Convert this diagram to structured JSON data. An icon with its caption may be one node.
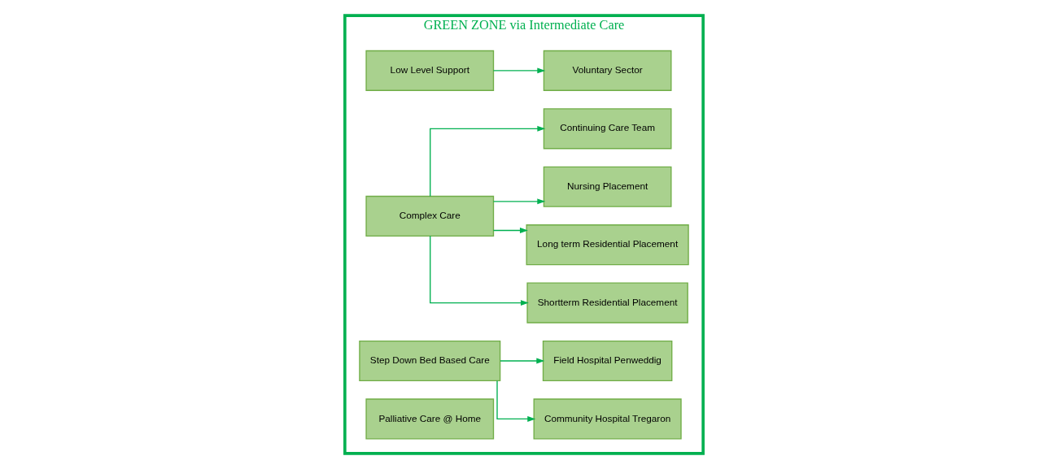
{
  "diagram": {
    "nodes": [
      {
        "text": [
          "GREEN ZONE via Intermediate Care"
        ]
      },
      {
        "text": [
          "Low Level Support"
        ],
        "in": 0
      },
      {
        "text": [
          "Voluntary Sector"
        ],
        "in": 0
      },
      {
        "text": [
          "Complex Care"
        ],
        "in": 0
      },
      {
        "text": [
          "Shortterm Residential Placement"
        ],
        "in": 0
      },
      {
        "text": [
          "Long term Residential Placement"
        ],
        "in": 0
      },
      {
        "text": [
          "Nursing Placement"
        ],
        "in": 0
      },
      {
        "text": [
          "Continuing Care Team"
        ],
        "in": 0
      },
      {
        "text": [
          "Step Down Bed Based Care"
        ],
        "in": 0
      },
      {
        "text": [
          "Community Hospital Tregaron"
        ],
        "in": 0
      },
      {
        "text": [
          "Field Hospital Penweddig"
        ],
        "in": 0
      },
      {
        "text": [
          "Palliative Care @ Home"
        ],
        "in": 0
      }
    ],
    "edges": [
      {
        "from": 1,
        "to": 2,
        "arrow": "to"
      },
      {
        "from": 3,
        "to": 4,
        "arrow": "to"
      },
      {
        "from": 3,
        "to": 5,
        "arrow": "to"
      },
      {
        "from": 3,
        "to": 6,
        "arrow": "to"
      },
      {
        "from": 3,
        "to": 7,
        "arrow": "to"
      },
      {
        "from": 8,
        "to": 9,
        "arrow": "to"
      },
      {
        "from": 8,
        "to": 10,
        "arrow": "to"
      }
    ]
  }
}
